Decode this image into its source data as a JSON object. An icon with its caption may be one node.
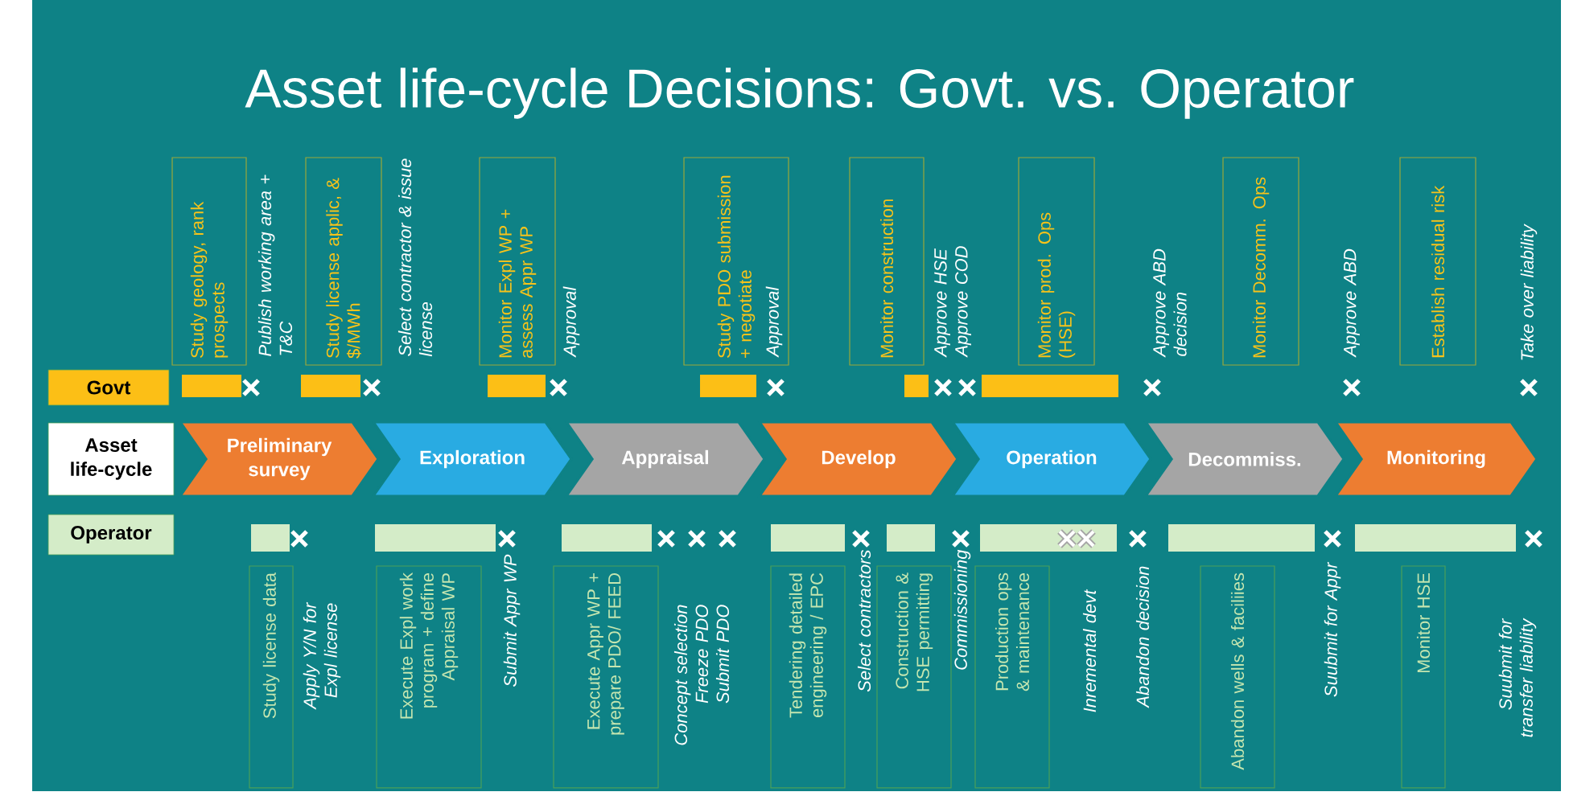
{
  "diagram": {
    "title": "Asset life-cycle Decisions: Govt. vs. Operator",
    "nodes": [
      {
        "text": [
          "Govt"
        ]
      },
      {
        "text": [
          "Asset life-cycle"
        ]
      },
      {
        "text": [
          "Operator"
        ]
      },
      {
        "text": [
          "Preliminary survey"
        ]
      },
      {
        "text": [
          "Exploration"
        ]
      },
      {
        "text": [
          "Appraisal"
        ]
      },
      {
        "text": [
          "Develop"
        ]
      },
      {
        "text": [
          "Operation"
        ]
      },
      {
        "text": [
          "Decommiss."
        ]
      },
      {
        "text": [
          "Monitoring"
        ]
      },
      {
        "text": [
          "Study geology, rank prospects"
        ]
      },
      {
        "text": [
          "Study license applic, & $/MWh"
        ]
      },
      {
        "text": [
          "Monitor Expl WP + assess Appr WP"
        ]
      },
      {
        "text": [
          "Study PDO submission + negotiate"
        ]
      },
      {
        "text": [
          "Monitor construction"
        ]
      },
      {
        "text": [
          "Monitor prod. Ops (HSE)"
        ]
      },
      {
        "text": [
          "Monitor Decomm. Ops"
        ]
      },
      {
        "text": [
          "Establish residual risk"
        ]
      },
      {
        "text": [
          "Study license data"
        ]
      },
      {
        "text": [
          "Execute Expl work program + define Appraisal WP"
        ]
      },
      {
        "text": [
          "Execute Appr WP + prepare PDO/ FEED"
        ]
      },
      {
        "text": [
          "Tendering detailed engineering / EPC"
        ]
      },
      {
        "text": [
          "Construction & HSE permitting"
        ]
      },
      {
        "text": [
          "Production ops & maintenance"
        ]
      },
      {
        "text": [
          "Abandon wells & faciliies"
        ]
      },
      {
        "text": [
          "Monitor HSE"
        ]
      }
    ],
    "labels": [
      "Publish working area + T&C",
      "Select contractor & issue license",
      "Approval",
      "Approval",
      "Approve HSE Approve COD",
      "Approve ABD decision",
      "Approve ABD",
      "Take over liability",
      "Apply Y/N for Expl license",
      "Submit Appr WP",
      "Concept selection Freeze PDO Submit PDO",
      "Select contractors",
      "Commissioning",
      "Inremental devt",
      "Abandon decision",
      "Suubmit for Appr",
      "Suubmit for transfer liability"
    ]
  }
}
